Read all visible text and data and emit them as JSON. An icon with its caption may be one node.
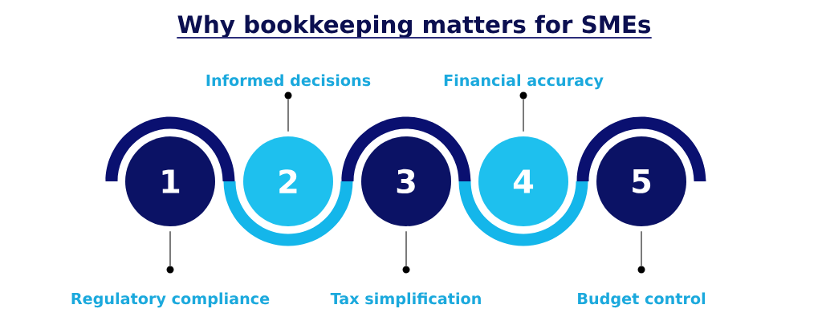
{
  "diagram": {
    "title": "Why bookkeeping matters for SMEs",
    "nodes": [
      {
        "text": [
          "Informed decisions"
        ]
      },
      {
        "text": [
          "Financial accuracy"
        ]
      },
      {
        "text": [
          "1"
        ]
      },
      {
        "text": [
          "2"
        ]
      },
      {
        "text": [
          "3"
        ]
      },
      {
        "text": [
          "4"
        ]
      },
      {
        "text": [
          "5"
        ]
      },
      {
        "text": [
          "Regulatory compliance"
        ]
      },
      {
        "text": [
          "Tax simplification"
        ]
      },
      {
        "text": [
          "Budget control"
        ]
      }
    ],
    "edges": [
      {
        "from": 0,
        "to": 3,
        "arrow": "none"
      },
      {
        "from": 1,
        "to": 5,
        "arrow": "none"
      },
      {
        "from": 7,
        "to": 2,
        "arrow": "none"
      },
      {
        "from": 8,
        "to": 4,
        "arrow": "none"
      },
      {
        "from": 9,
        "to": 6,
        "arrow": "none"
      }
    ]
  }
}
